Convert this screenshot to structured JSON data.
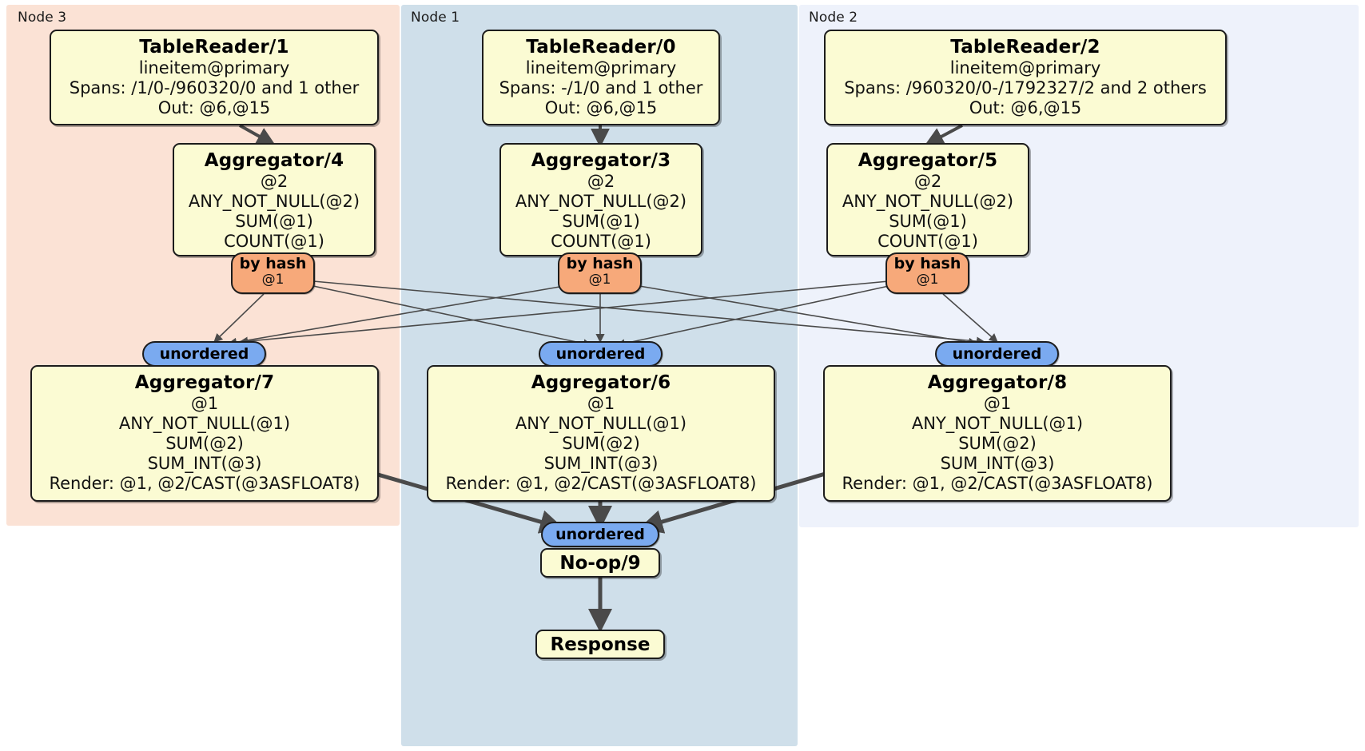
{
  "diagram": {
    "type": "distributed-query-plan",
    "colors": {
      "node3_panel": "#fbe2d5",
      "node1_panel": "#cfdfea",
      "node2_panel": "#eef2fb",
      "processor_box": "#fbfbd3",
      "hash_badge": "#f7a97a",
      "unordered_badge": "#7aaaf0",
      "edge": "#4a4a4a"
    },
    "panels": [
      {
        "id": "node3",
        "label": "Node 3"
      },
      {
        "id": "node1",
        "label": "Node 1"
      },
      {
        "id": "node2",
        "label": "Node 2"
      }
    ]
  },
  "readers": {
    "tr1": {
      "title": "TableReader/1",
      "table": "lineitem@primary",
      "spans": "Spans: /1/0-/960320/0 and 1 other",
      "out": "Out: @6,@15"
    },
    "tr0": {
      "title": "TableReader/0",
      "table": "lineitem@primary",
      "spans": "Spans: -/1/0 and 1 other",
      "out": "Out: @6,@15"
    },
    "tr2": {
      "title": "TableReader/2",
      "table": "lineitem@primary",
      "spans": "Spans: /960320/0-/1792327/2 and 2 others",
      "out": "Out: @6,@15"
    }
  },
  "agg_stage1": {
    "agg4": {
      "title": "Aggregator/4",
      "group": "@2",
      "f1": "ANY_NOT_NULL(@2)",
      "f2": "SUM(@1)",
      "f3": "COUNT(@1)"
    },
    "agg3": {
      "title": "Aggregator/3",
      "group": "@2",
      "f1": "ANY_NOT_NULL(@2)",
      "f2": "SUM(@1)",
      "f3": "COUNT(@1)"
    },
    "agg5": {
      "title": "Aggregator/5",
      "group": "@2",
      "f1": "ANY_NOT_NULL(@2)",
      "f2": "SUM(@1)",
      "f3": "COUNT(@1)"
    }
  },
  "agg_stage2": {
    "agg7": {
      "title": "Aggregator/7",
      "group": "@1",
      "f1": "ANY_NOT_NULL(@1)",
      "f2": "SUM(@2)",
      "f3": "SUM_INT(@3)",
      "render": "Render: @1, @2/CAST(@3ASFLOAT8)"
    },
    "agg6": {
      "title": "Aggregator/6",
      "group": "@1",
      "f1": "ANY_NOT_NULL(@1)",
      "f2": "SUM(@2)",
      "f3": "SUM_INT(@3)",
      "render": "Render: @1, @2/CAST(@3ASFLOAT8)"
    },
    "agg8": {
      "title": "Aggregator/8",
      "group": "@1",
      "f1": "ANY_NOT_NULL(@1)",
      "f2": "SUM(@2)",
      "f3": "SUM_INT(@3)",
      "render": "Render: @1, @2/CAST(@3ASFLOAT8)"
    }
  },
  "badges": {
    "hash_left": {
      "kind": "by hash",
      "col": "@1"
    },
    "hash_center": {
      "kind": "by hash",
      "col": "@1"
    },
    "hash_right": {
      "kind": "by hash",
      "col": "@1"
    },
    "unordered_left": {
      "label": "unordered"
    },
    "unordered_center": {
      "label": "unordered"
    },
    "unordered_right": {
      "label": "unordered"
    },
    "unordered_final": {
      "label": "unordered"
    }
  },
  "sinks": {
    "noop": {
      "title": "No-op/9"
    },
    "response": {
      "title": "Response"
    }
  }
}
